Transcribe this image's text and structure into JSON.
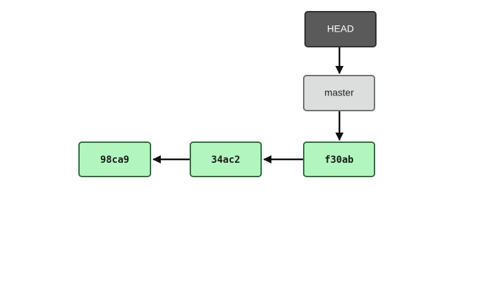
{
  "diagram": {
    "head": {
      "label": "HEAD"
    },
    "branch": {
      "label": "master"
    },
    "commits": [
      {
        "id": "f30ab"
      },
      {
        "id": "34ac2"
      },
      {
        "id": "98ca9"
      }
    ]
  },
  "colors": {
    "head_fill": "#5a5a5a",
    "head_stroke": "#2f2f2f",
    "head_text": "#ffffff",
    "branch_fill": "#dcdedd",
    "branch_stroke": "#707070",
    "branch_text": "#222222",
    "commit_fill": "#b3f5bf",
    "commit_stroke": "#2e6b3e",
    "commit_text": "#1a1a1a",
    "arrow": "#111111"
  }
}
